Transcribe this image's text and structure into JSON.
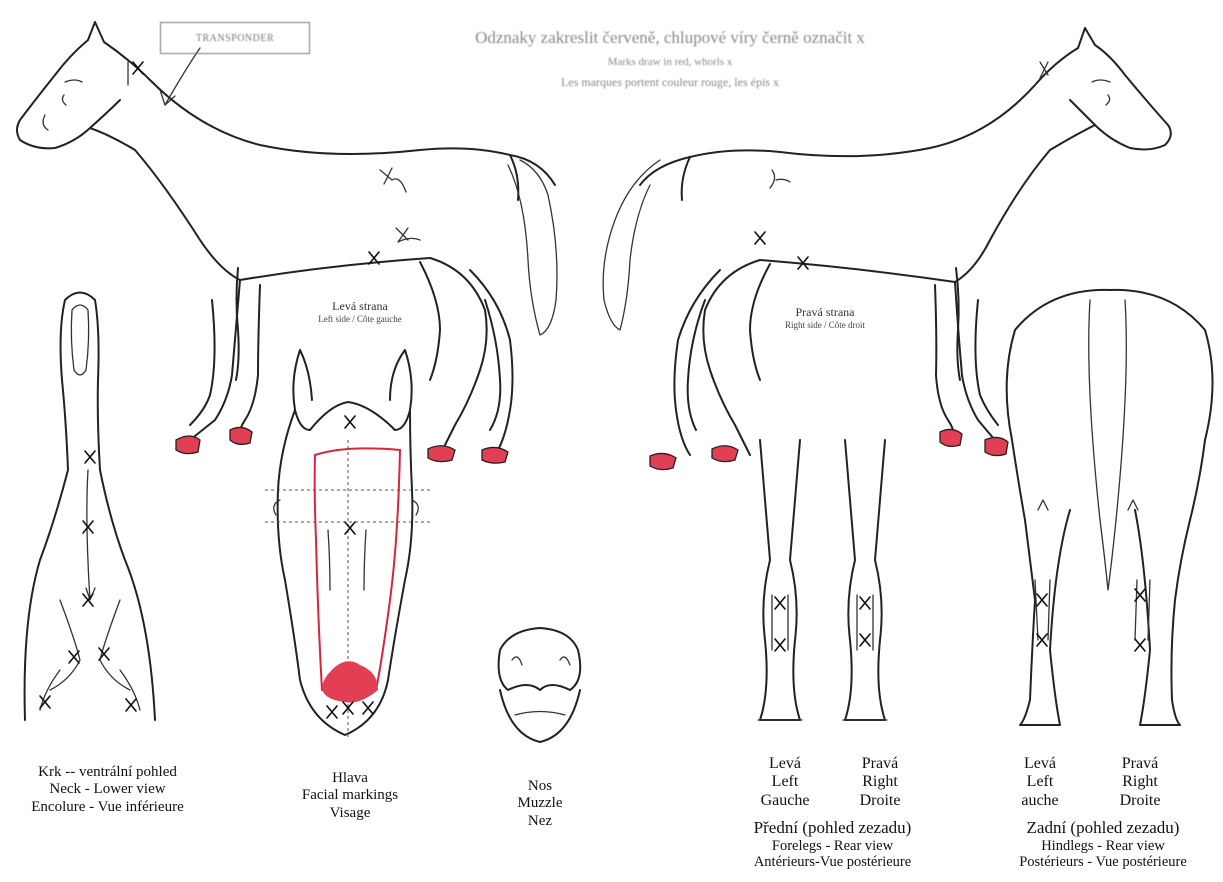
{
  "header": {
    "transponder": "TRANSPONDER",
    "instruction_cz": "Odznaky zakreslit červeně, chlupové víry černě označit x",
    "instruction_en": "Marks draw in red, whorls x",
    "instruction_fr": "Les marques portent couleur rouge, les épis x"
  },
  "horse_left": {
    "title": "Levá strana",
    "subtitle": "Left side / Côte gauche"
  },
  "horse_right": {
    "title": "Pravá strana",
    "subtitle": "Right side / Côte droit"
  },
  "neck": {
    "line1": "Krk -- ventrální pohled",
    "line2": "Neck - Lower view",
    "line3": "Encolure - Vue inférieure"
  },
  "head": {
    "line1": "Hlava",
    "line2": "Facial markings",
    "line3": "Visage"
  },
  "muzzle": {
    "line1": "Nos",
    "line2": "Muzzle",
    "line3": "Nez"
  },
  "forelegs": {
    "left_cz": "Levá",
    "left_en": "Left",
    "left_fr": "Gauche",
    "right_cz": "Pravá",
    "right_en": "Right",
    "right_fr": "Droite",
    "title": "Přední (pohled zezadu)",
    "sub_en": "Forelegs -  Rear view",
    "sub_fr": "Antérieurs-Vue postérieure"
  },
  "hindlegs": {
    "left_cz": "Levá",
    "left_en": "Left",
    "left_fr": "auche",
    "right_cz": "Pravá",
    "right_en": "Right",
    "right_fr": "Droite",
    "title": "Zadní (pohled zezadu)",
    "sub_en": "Hindlegs -  Rear view",
    "sub_fr": "Postérieurs -  Vue postérieure"
  },
  "colors": {
    "marking_red": "#e23f55",
    "line": "#222222"
  }
}
